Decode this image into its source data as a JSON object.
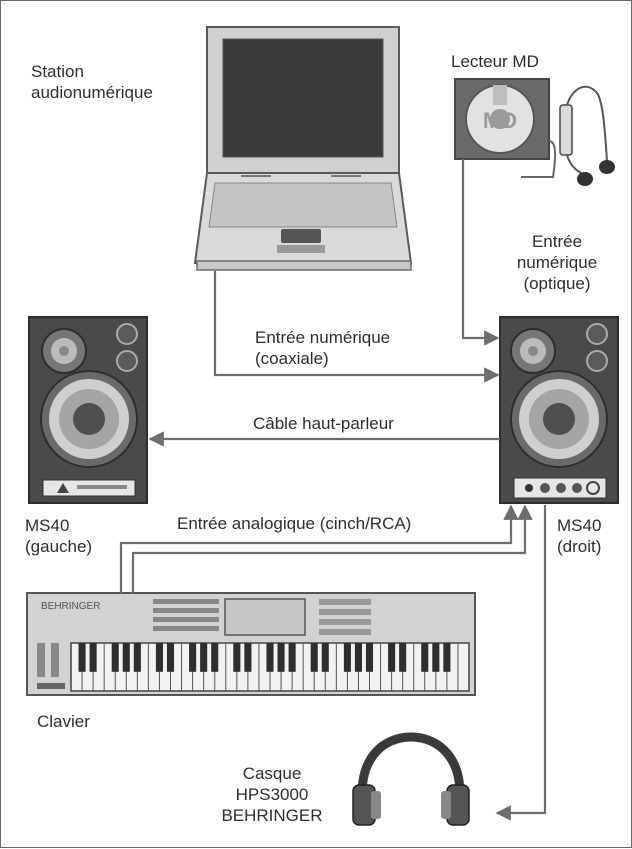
{
  "labels": {
    "workstation": [
      "Station",
      "audionumérique"
    ],
    "md_player": "Lecteur MD",
    "md_logo": "MD",
    "digital_input_optical": [
      "Entrée",
      "numérique",
      "(optique)"
    ],
    "digital_input_coaxial": [
      "Entrée numérique",
      "(coaxiale)"
    ],
    "speaker_cable": "Câble haut-parleur",
    "analog_input": "Entrée analogique (cinch/RCA)",
    "ms40_left": [
      "MS40",
      "(gauche)"
    ],
    "ms40_right": [
      "MS40",
      "(droit)"
    ],
    "keyboard": "Clavier",
    "keyboard_brand": "BEHRINGER",
    "headphones": [
      "Casque",
      "HPS3000",
      "BEHRINGER"
    ]
  },
  "colors": {
    "cable": "#6e6e6e",
    "device_fill": "#d6d6d6",
    "device_dark": "#3c3c3c",
    "speaker_body": "#4a4a4a"
  },
  "icons": [
    "laptop-icon",
    "md-player-icon",
    "earbuds-icon",
    "speaker-icon",
    "keyboard-icon",
    "headphones-icon"
  ]
}
